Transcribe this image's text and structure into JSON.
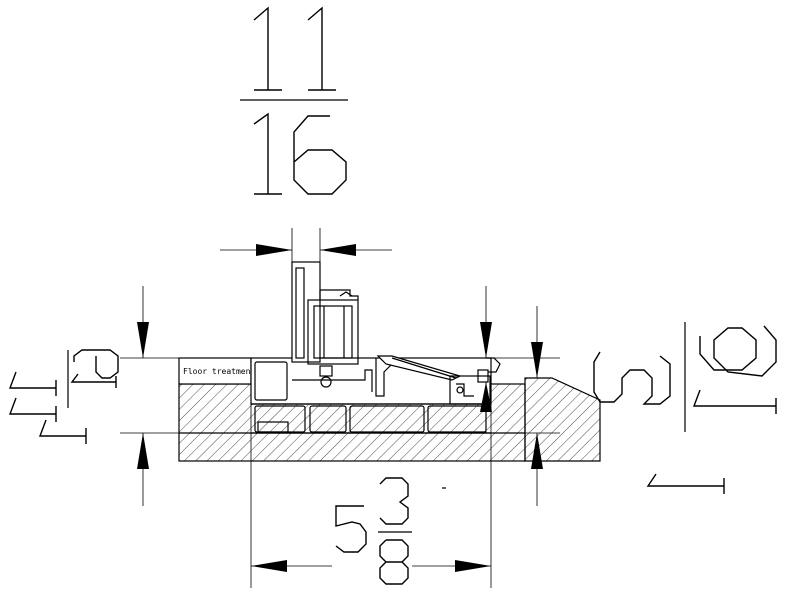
{
  "drawing": {
    "label_floor": "Floor treatment",
    "dims": {
      "top_width": {
        "num": "11",
        "den": "16"
      },
      "left_height": {
        "num": "11",
        "den": "16",
        "whole": "1"
      },
      "right_height": {
        "num": "3",
        "den": "16",
        "whole": "1"
      },
      "bottom_width": {
        "whole": "5",
        "num": "3",
        "den": "8"
      }
    }
  }
}
